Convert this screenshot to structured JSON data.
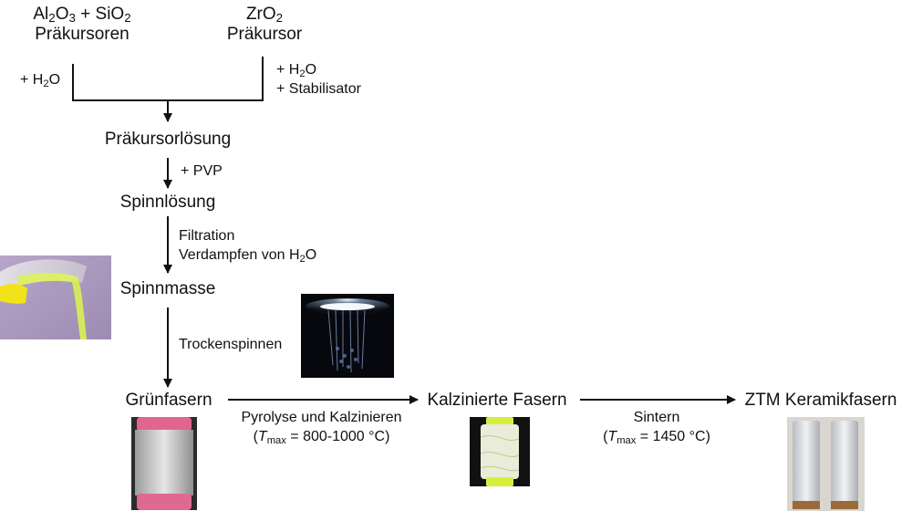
{
  "nodes": {
    "al_prefix": "Al",
    "al_sub1": "2",
    "al_mid": "O",
    "al_sub2": "3",
    "al_plus": " + SiO",
    "al_sub3": "2",
    "al_line2": "Präkursoren",
    "zr_prefix": "ZrO",
    "zr_sub": "2",
    "zr_line2": "Präkursor",
    "prekursorloesung": "Präkursorlösung",
    "spinnloesung": "Spinnlösung",
    "spinnmasse": "Spinnmasse",
    "gruenfasern": "Grünfasern",
    "kalziniert": "Kalzinierte Fasern",
    "ztm": "ZTM Keramikfasern"
  },
  "labels": {
    "left_h2o_prefix": "+ H",
    "left_h2o_sub": "2",
    "left_h2o_suffix": "O",
    "right_h2o_prefix": "+ H",
    "right_h2o_sub": "2",
    "right_h2o_suffix": "O",
    "stabilisator": "+ Stabilisator",
    "pvp": "+ PVP",
    "filtration": "Filtration",
    "verdampfen_prefix": "Verdampfen von H",
    "verdampfen_sub": "2",
    "verdampfen_suffix": "O",
    "trockenspinnen": "Trockenspinnen",
    "pyrolyse_line1": "Pyrolyse und Kalzinieren",
    "pyrolyse_open": "(",
    "pyrolyse_T": "T",
    "pyrolyse_tsub": "max",
    "pyrolyse_rest": " = 800-1000 °C)",
    "sintern_line1": "Sintern",
    "sintern_open": "(",
    "sintern_T": "T",
    "sintern_tsub": "max",
    "sintern_rest": " = 1450 °C)"
  }
}
